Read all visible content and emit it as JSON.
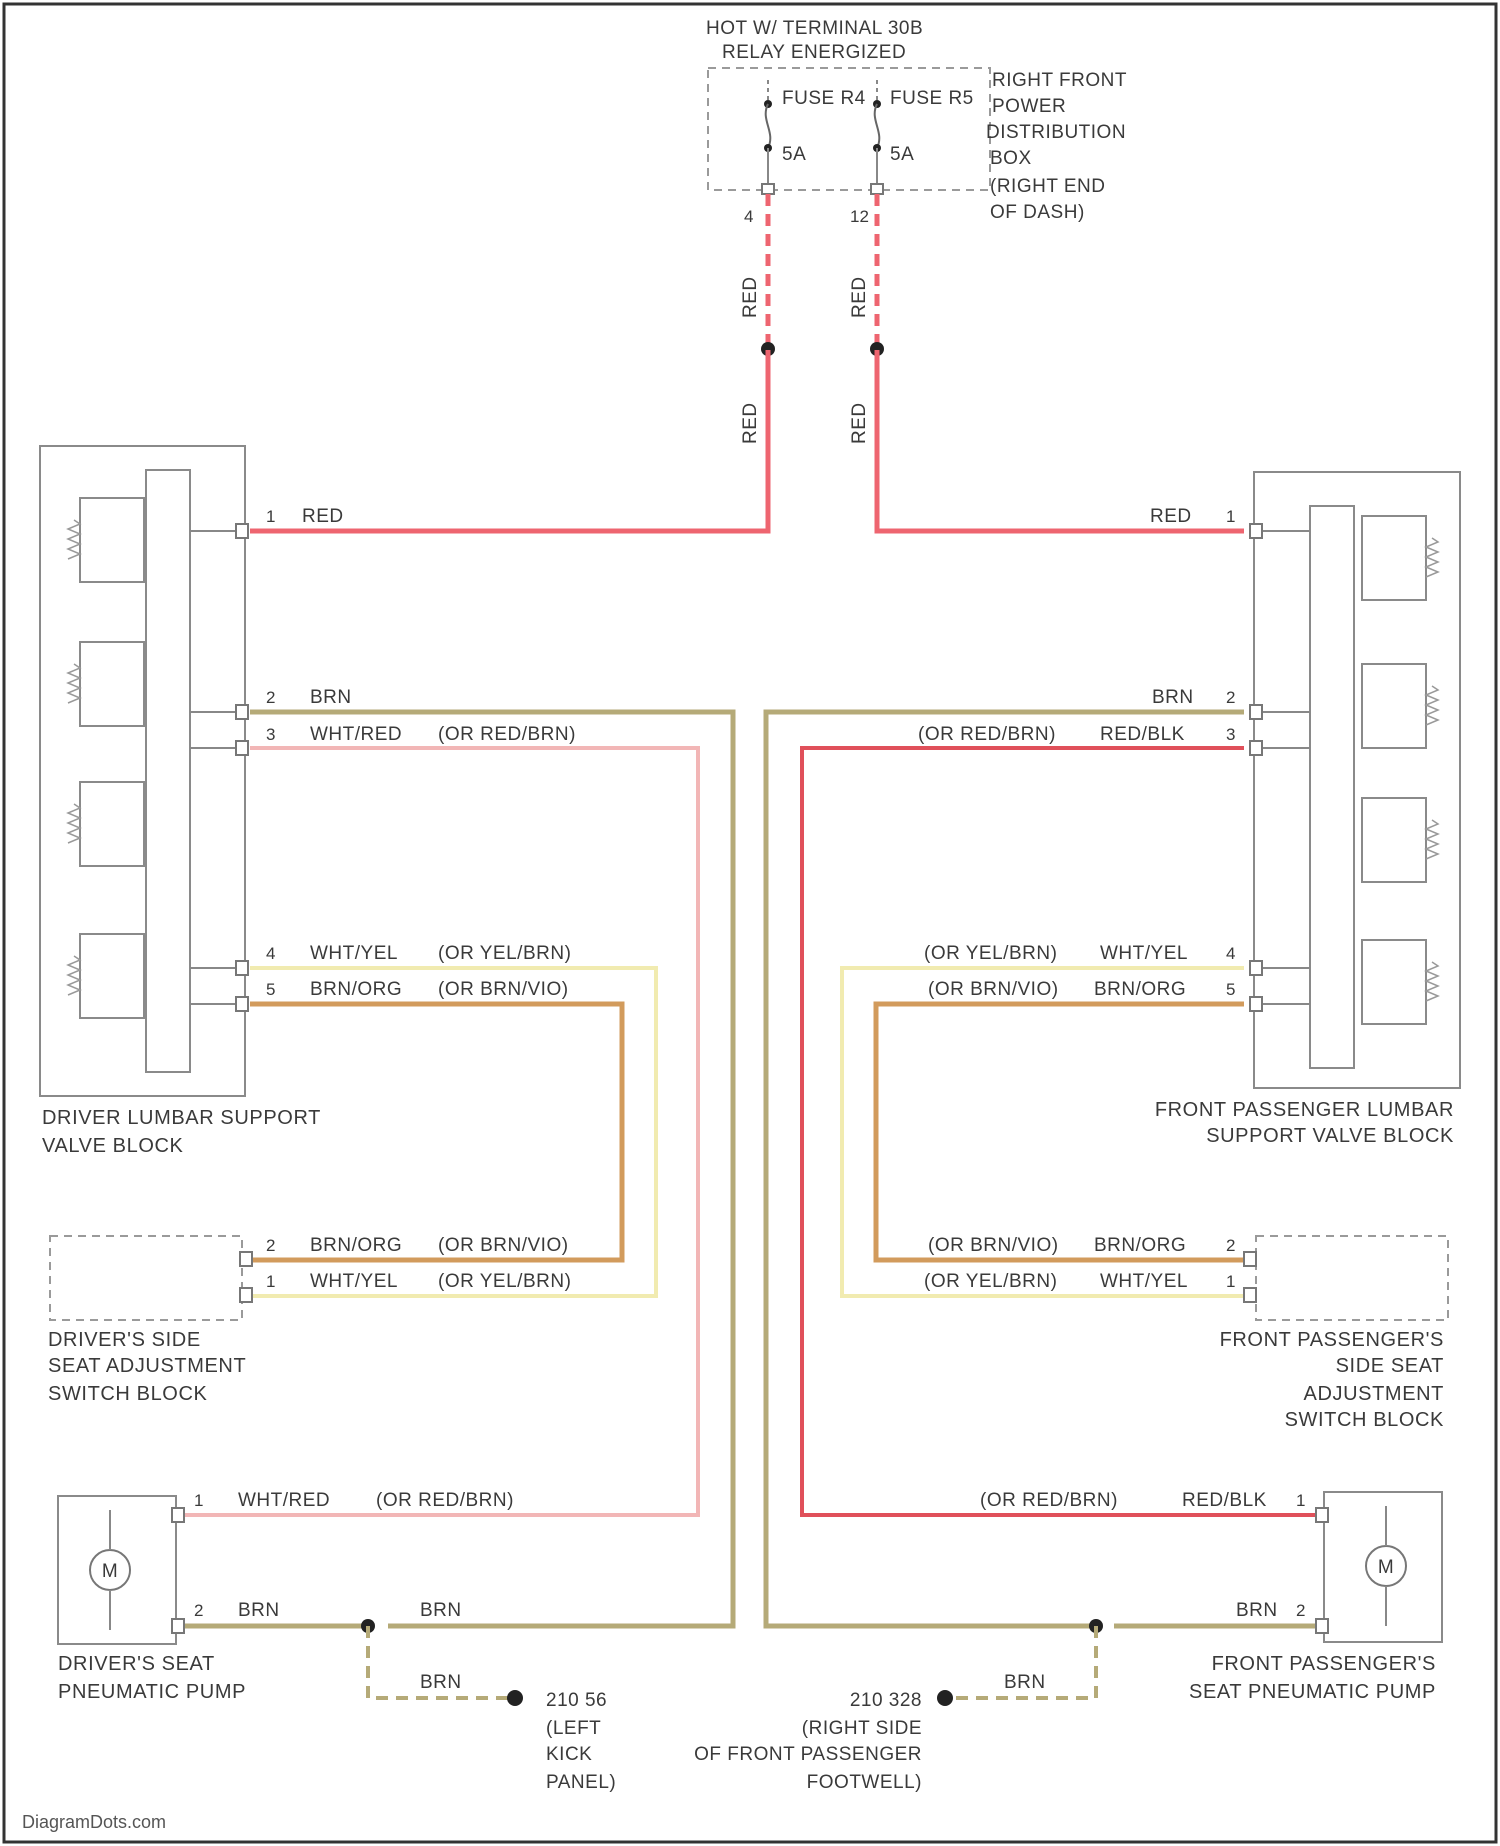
{
  "power": {
    "title_line1": "HOT W/ TERMINAL 30B",
    "title_line2": "RELAY ENERGIZED",
    "fuse_left_label": "FUSE R4",
    "fuse_right_label": "FUSE R5",
    "fuse_left_rating": "5A",
    "fuse_right_rating": "5A",
    "left_terminal": "4",
    "right_terminal": "12",
    "box_line1": "RIGHT FRONT",
    "box_line2": "POWER",
    "box_line3": "DISTRIBUTION",
    "box_line4": "BOX",
    "box_line5": "(RIGHT END",
    "box_line6": "OF DASH)"
  },
  "wires": {
    "red": "RED",
    "brn": "BRN",
    "wht_red": "WHT/RED",
    "or_red_brn": "(OR RED/BRN)",
    "red_blk": "RED/BLK",
    "wht_yel": "WHT/YEL",
    "or_yel_brn": "(OR YEL/BRN)",
    "brn_org": "BRN/ORG",
    "or_brn_vio": "(OR BRN/VIO)"
  },
  "pins": {
    "p1": "1",
    "p2": "2",
    "p3": "3",
    "p4": "4",
    "p5": "5"
  },
  "components": {
    "driver_valve_line1": "DRIVER LUMBAR SUPPORT",
    "driver_valve_line2": "VALVE BLOCK",
    "pass_valve_line1": "FRONT PASSENGER LUMBAR",
    "pass_valve_line2": "SUPPORT VALVE BLOCK",
    "driver_switch_line1": "DRIVER'S SIDE",
    "driver_switch_line2": "SEAT ADJUSTMENT",
    "driver_switch_line3": "SWITCH BLOCK",
    "pass_switch_line1": "FRONT PASSENGER'S",
    "pass_switch_line2": "SIDE SEAT",
    "pass_switch_line3": "ADJUSTMENT",
    "pass_switch_line4": "SWITCH BLOCK",
    "driver_pump_line1": "DRIVER'S SEAT",
    "driver_pump_line2": "PNEUMATIC PUMP",
    "pass_pump_line1": "FRONT PASSENGER'S",
    "pass_pump_line2": "SEAT PNEUMATIC PUMP",
    "motor_symbol": "M"
  },
  "grounds": {
    "left_line1": "210 56",
    "left_line2": "(LEFT",
    "left_line3": "KICK",
    "left_line4": "PANEL)",
    "right_line1": "210 328",
    "right_line2": "(RIGHT SIDE",
    "right_line3": "OF FRONT PASSENGER",
    "right_line4": "FOOTWELL)"
  },
  "watermark": "DiagramDots.com",
  "colors": {
    "red": "#ee6570",
    "brn": "#b5aa78",
    "wht_red": "#f2b6b6",
    "red_blk": "#e0505a",
    "wht_yel": "#f1ebb0",
    "brn_org": "#d29b5c",
    "frame": "#333333"
  }
}
